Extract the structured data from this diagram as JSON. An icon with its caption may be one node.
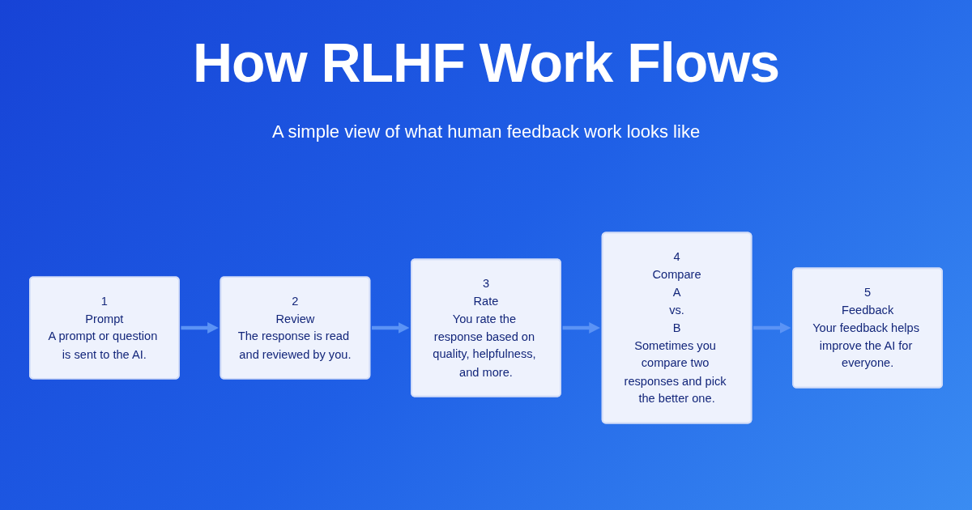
{
  "diagram": {
    "title": "How RLHF Work Flows",
    "labels": [
      "A simple view of what human feedback work looks like"
    ],
    "nodes": [
      {
        "text": [
          "1",
          "Prompt",
          "A prompt or question is sent to the AI."
        ]
      },
      {
        "text": [
          "2",
          "Review",
          "The response is read and reviewed by you."
        ]
      },
      {
        "text": [
          "3",
          "Rate",
          "You rate the response based on quality, helpfulness, and more."
        ]
      },
      {
        "text": [
          "4",
          "Compare",
          "A",
          "vs.",
          "B",
          "Sometimes you compare two responses and pick the better one."
        ]
      },
      {
        "text": [
          "5",
          "Feedback",
          "Your feedback helps improve the AI for everyone."
        ]
      }
    ],
    "edges": [
      {
        "from": 0,
        "to": 1,
        "arrow": "to"
      },
      {
        "from": 1,
        "to": 2,
        "arrow": "to"
      },
      {
        "from": 2,
        "to": 3,
        "arrow": "to"
      },
      {
        "from": 3,
        "to": 4,
        "arrow": "to"
      }
    ]
  }
}
